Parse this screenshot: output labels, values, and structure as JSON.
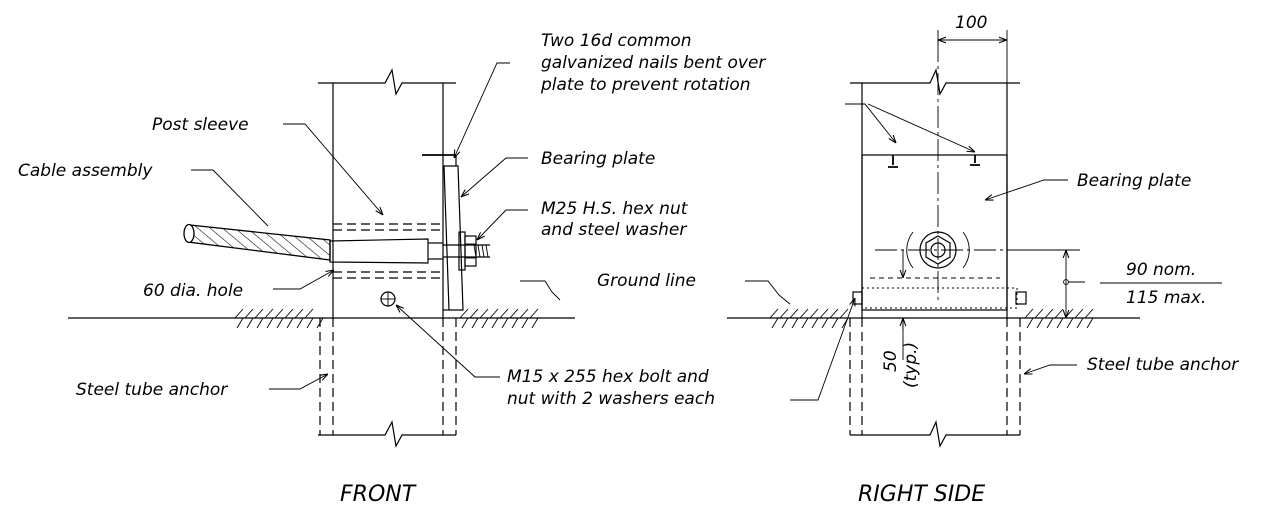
{
  "labels": {
    "nails_1": "Two 16d common",
    "nails_2": "galvanized nails bent over",
    "nails_3": "plate to prevent rotation",
    "post_sleeve": "Post sleeve",
    "bearing_plate_front": "Bearing plate",
    "cable_assembly": "Cable assembly",
    "nut_1": "M25 H.S. hex nut",
    "nut_2": "and steel washer",
    "hole": "60 dia. hole",
    "ground_line": "Ground line",
    "anchor_front": "Steel tube anchor",
    "bolt_1": "M15 x 255 hex bolt and",
    "bolt_2": "nut with 2 washers each",
    "bearing_plate_side": "Bearing plate",
    "anchor_side": "Steel tube anchor"
  },
  "dimensions": {
    "top": "100",
    "nom": "90 nom.",
    "max": "115 max.",
    "typ_value": "50",
    "typ_note": "(typ.)"
  },
  "views": {
    "front": "FRONT",
    "side": "RIGHT SIDE"
  }
}
